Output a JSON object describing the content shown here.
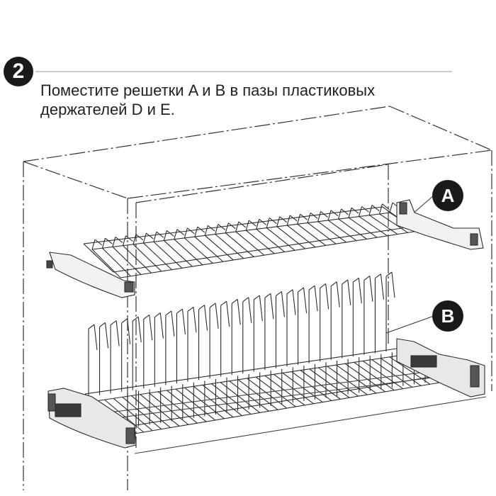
{
  "step": {
    "number": "2"
  },
  "instruction": {
    "line1": "Поместите решетки A и B в пазы пластиковых",
    "line2": "держателей D и E."
  },
  "callouts": {
    "a": "A",
    "b": "B"
  },
  "colors": {
    "line": "#2b2b2b",
    "badge": "#1a1a1a",
    "light_line": "#9a9a9a"
  }
}
